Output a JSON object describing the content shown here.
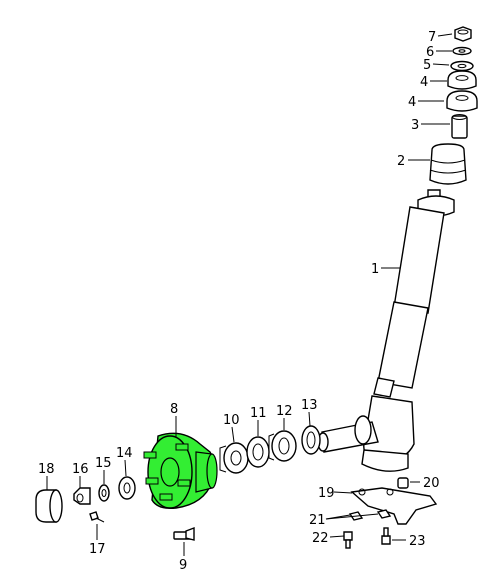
{
  "diagram": {
    "callouts": [
      {
        "id": "label-7",
        "text": "7"
      },
      {
        "id": "label-6",
        "text": "6"
      },
      {
        "id": "label-5",
        "text": "5"
      },
      {
        "id": "label-4a",
        "text": "4"
      },
      {
        "id": "label-4b",
        "text": "4"
      },
      {
        "id": "label-3",
        "text": "3"
      },
      {
        "id": "label-2",
        "text": "2"
      },
      {
        "id": "label-1",
        "text": "1"
      },
      {
        "id": "label-8",
        "text": "8"
      },
      {
        "id": "label-9",
        "text": "9"
      },
      {
        "id": "label-10",
        "text": "10"
      },
      {
        "id": "label-11",
        "text": "11"
      },
      {
        "id": "label-12",
        "text": "12"
      },
      {
        "id": "label-13",
        "text": "13"
      },
      {
        "id": "label-14",
        "text": "14"
      },
      {
        "id": "label-15",
        "text": "15"
      },
      {
        "id": "label-16",
        "text": "16"
      },
      {
        "id": "label-17",
        "text": "17"
      },
      {
        "id": "label-18",
        "text": "18"
      },
      {
        "id": "label-19",
        "text": "19"
      },
      {
        "id": "label-20",
        "text": "20"
      },
      {
        "id": "label-21",
        "text": "21"
      },
      {
        "id": "label-22",
        "text": "22"
      },
      {
        "id": "label-23",
        "text": "23"
      }
    ],
    "highlight_color": "#33ee33",
    "highlighted_part": "8"
  }
}
